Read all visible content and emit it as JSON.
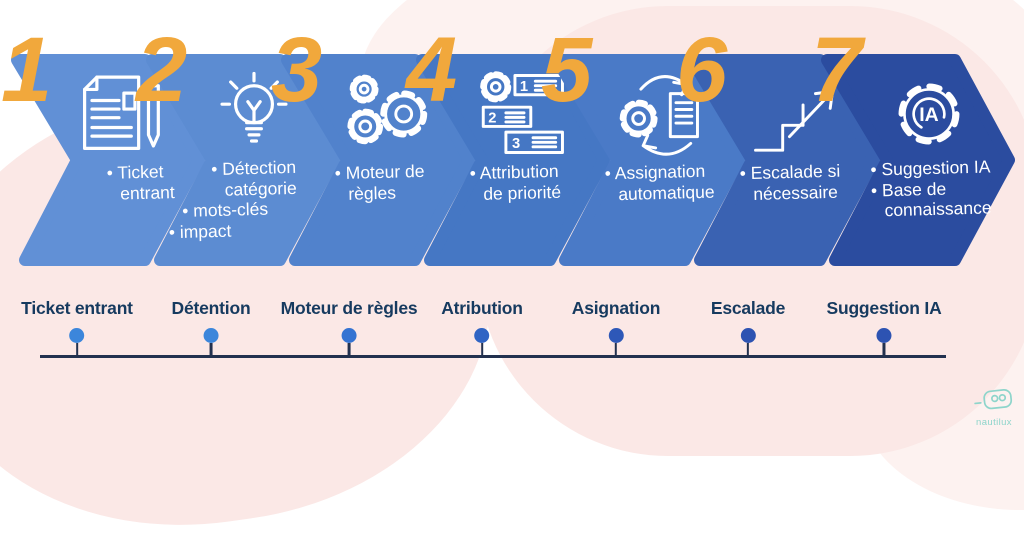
{
  "title": "Processus de traitement des tickets (infographie)",
  "colors": {
    "background": "#ffffff",
    "pink_main": "#fbe8e6",
    "pink_light": "#fdf2f0",
    "number_orange": "#f1a83c",
    "timeline_line": "#22314f",
    "timeline_label": "#163a5f",
    "step_text": "#ffffff",
    "logo_teal": "#8ed5cb"
  },
  "steps": [
    {
      "number": "1",
      "color": "#6190d6",
      "icon": "document-pencil-icon",
      "lines": [
        "• Ticket",
        "entrant"
      ]
    },
    {
      "number": "2",
      "color": "#5c8cd2",
      "icon": "lightbulb-icon",
      "lines": [
        "• Détection",
        "catégorie",
        "• mots-clés",
        "• impact"
      ]
    },
    {
      "number": "3",
      "color": "#5182cc",
      "icon": "gears-icon",
      "lines": [
        "• Moteur de",
        "règles"
      ]
    },
    {
      "number": "4",
      "color": "#4577c4",
      "icon": "priority-list-icon",
      "lines": [
        "• Attribution",
        "de priorité"
      ]
    },
    {
      "number": "5",
      "color": "#4a7ac7",
      "icon": "auto-assign-icon",
      "lines": [
        "• Assignation",
        "automatique"
      ]
    },
    {
      "number": "6",
      "color": "#3a62b2",
      "icon": "escalate-arrow-icon",
      "lines": [
        "• Escalade si",
        "nécessaire"
      ]
    },
    {
      "number": "7",
      "color": "#2b4c9f",
      "icon": "ai-gear-icon",
      "lines": [
        "• Suggestion IA",
        "• Base de",
        "connaissance"
      ]
    }
  ],
  "timeline": {
    "items": [
      {
        "label": "Ticket entrant",
        "dot_color": "#3c86db"
      },
      {
        "label": "Détention",
        "dot_color": "#3c86db"
      },
      {
        "label": "Moteur de règles",
        "dot_color": "#3473d2"
      },
      {
        "label": "Atribution",
        "dot_color": "#2f64c4"
      },
      {
        "label": "Asignation",
        "dot_color": "#2e58b8"
      },
      {
        "label": "Escalade",
        "dot_color": "#2d53b2"
      },
      {
        "label": "Suggestion IA",
        "dot_color": "#2d53b2"
      }
    ]
  },
  "logo": {
    "text": "nautilux"
  }
}
